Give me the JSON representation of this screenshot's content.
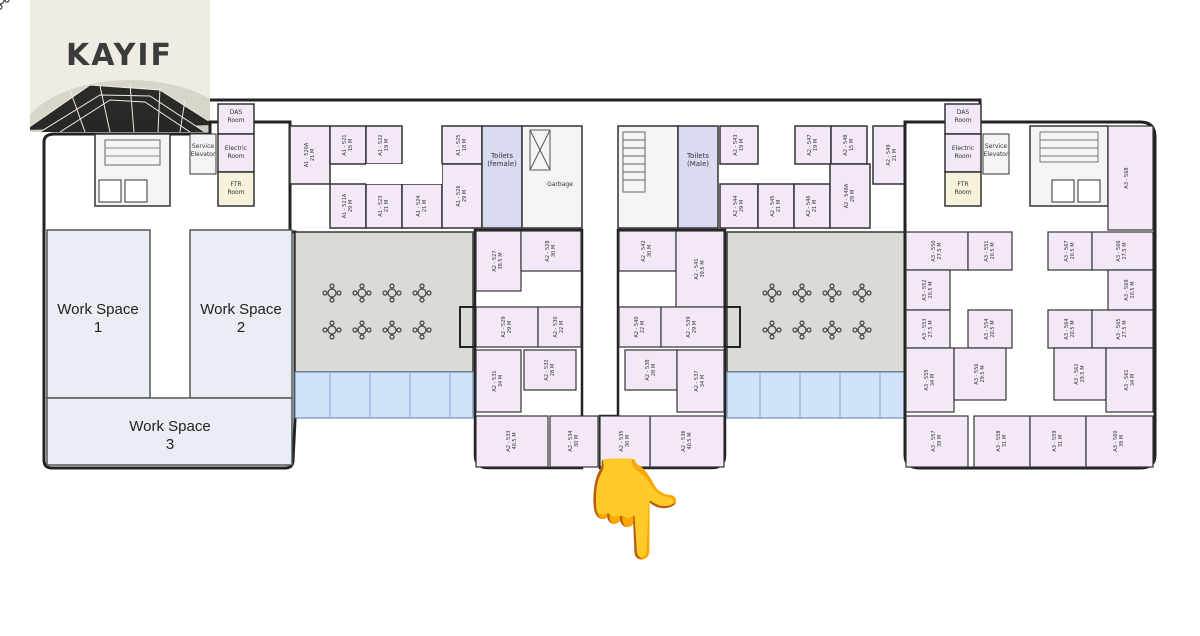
{
  "brand": {
    "logo_text": "KAYIF"
  },
  "work_spaces": [
    {
      "label": "Work Space\n1"
    },
    {
      "label": "Work Space\n2"
    },
    {
      "label": "Work Space\n3"
    }
  ],
  "service_rooms": {
    "das_room": "DAS\nRoom",
    "electric_room": "Electric\nRoom",
    "ftr_room": "FTR\nRoom",
    "service_elevator": "Service\nElevator",
    "garbage": "Garbage",
    "toilets_female": "Toilets\n(female)",
    "toilets_male": "Toilets\n(Male)"
  },
  "rooms_top_left": [
    {
      "name": "A1 - 520A",
      "area": "21 M"
    },
    {
      "name": "A1 - 521",
      "area": "15 M"
    },
    {
      "name": "A1 - 522",
      "area": "19 M"
    },
    {
      "name": "A1 - 525",
      "area": "18 M"
    },
    {
      "name": "A1 - 521A",
      "area": "29 M"
    },
    {
      "name": "A1 - 523",
      "area": "21 M"
    },
    {
      "name": "A1 - 524",
      "area": "21 M"
    },
    {
      "name": "A1 - 526",
      "area": "29 M"
    }
  ],
  "rooms_top_right": [
    {
      "name": "A2 - 543",
      "area": "19 M"
    },
    {
      "name": "A2 - 547",
      "area": "19 M"
    },
    {
      "name": "A2 - 548",
      "area": "15 M"
    },
    {
      "name": "A2 - 549",
      "area": "21 M"
    },
    {
      "name": "A2 - 544",
      "area": "29 M"
    },
    {
      "name": "A2 - 545",
      "area": "21 M"
    },
    {
      "name": "A2 - 546",
      "area": "21 M"
    },
    {
      "name": "A2 - 548A",
      "area": "29 M"
    }
  ],
  "rooms_center_left": [
    {
      "name": "A2 - 527",
      "area": "38.5 M"
    },
    {
      "name": "A2 - 528",
      "area": "30 M"
    },
    {
      "name": "A2 - 529",
      "area": "29 M"
    },
    {
      "name": "A2 - 530",
      "area": "22 M"
    },
    {
      "name": "A2 - 531",
      "area": "34 M"
    },
    {
      "name": "A2 - 532",
      "area": "28 M"
    },
    {
      "name": "A2 - 533",
      "area": "40.5 M"
    },
    {
      "name": "A2 - 534",
      "area": "30 M"
    }
  ],
  "rooms_center_right": [
    {
      "name": "A2 - 542",
      "area": "30 M"
    },
    {
      "name": "A2 - 541",
      "area": "39.5 M"
    },
    {
      "name": "A2 - 540",
      "area": "22 M"
    },
    {
      "name": "A2 - 539",
      "area": "29 M"
    },
    {
      "name": "A2 - 538",
      "area": "28 M"
    },
    {
      "name": "A2 - 537",
      "area": "34 M"
    },
    {
      "name": "A2 - 536",
      "area": "40.5 M"
    },
    {
      "name": "A2 - 535",
      "area": "30 M"
    }
  ],
  "rooms_right_wing": [
    {
      "name": "A3 - 568",
      "area": ""
    },
    {
      "name": "A3 - 550",
      "area": "27.5 M"
    },
    {
      "name": "A3 - 551",
      "area": "20.5 M"
    },
    {
      "name": "A3 - 567",
      "area": "20.5 M"
    },
    {
      "name": "A3 - 566",
      "area": "27.5 M"
    },
    {
      "name": "A3 - 552",
      "area": "20.5 M"
    },
    {
      "name": "A3 - 569",
      "area": "20.5 M"
    },
    {
      "name": "A3 - 553",
      "area": "27.5 M"
    },
    {
      "name": "A3 - 554",
      "area": "20.5 M"
    },
    {
      "name": "A3 - 564",
      "area": "20.5 M"
    },
    {
      "name": "A3 - 565",
      "area": "27.5 M"
    },
    {
      "name": "A3 - 555",
      "area": "34 M"
    },
    {
      "name": "A3 - 556",
      "area": "29.5 M"
    },
    {
      "name": "A3 - 562",
      "area": "29.5 M"
    },
    {
      "name": "A3 - 561",
      "area": "34 M"
    },
    {
      "name": "A3 - 557",
      "area": "39 M"
    },
    {
      "name": "A3 - 558",
      "area": "31 M"
    },
    {
      "name": "A3 - 559",
      "area": "31 M"
    },
    {
      "name": "A3 - 560",
      "area": "39 M"
    }
  ],
  "colors": {
    "room_fill": "#f3e8f6",
    "workspace_fill": "#e8eef4",
    "hall_fill": "#d9dcd6",
    "glass_fill": "#cfe2f7",
    "toilet_fill": "#d9dcf0",
    "wall": "#222222"
  },
  "pointer_icon": "pointing-down-hand-icon"
}
